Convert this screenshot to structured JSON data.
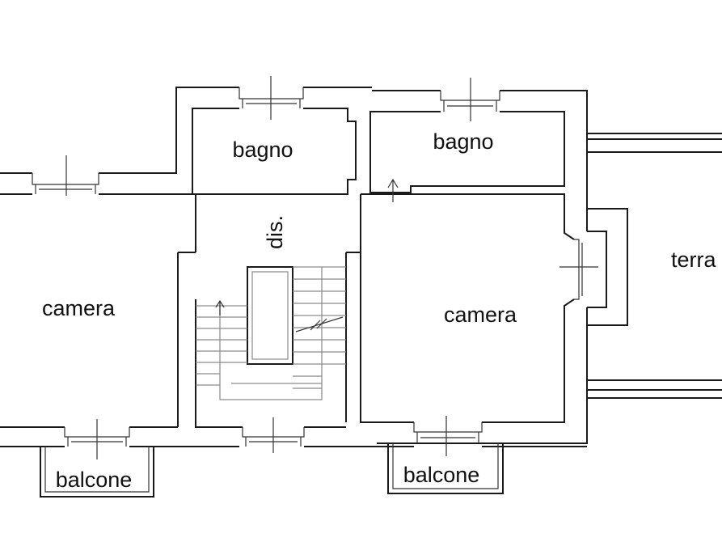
{
  "plan": {
    "rooms": [
      {
        "id": "camera-left",
        "label": "camera"
      },
      {
        "id": "bagno-left",
        "label": "bagno"
      },
      {
        "id": "bagno-right",
        "label": "bagno"
      },
      {
        "id": "dis",
        "label": "dis."
      },
      {
        "id": "camera-right",
        "label": "camera"
      },
      {
        "id": "terrazzo",
        "label": "terra"
      },
      {
        "id": "balcone-left",
        "label": "balcone"
      },
      {
        "id": "balcone-right",
        "label": "balcone"
      }
    ],
    "colors": {
      "wall": "#1a1a1a",
      "stair": "#8a8a8a",
      "background": "#ffffff"
    }
  }
}
